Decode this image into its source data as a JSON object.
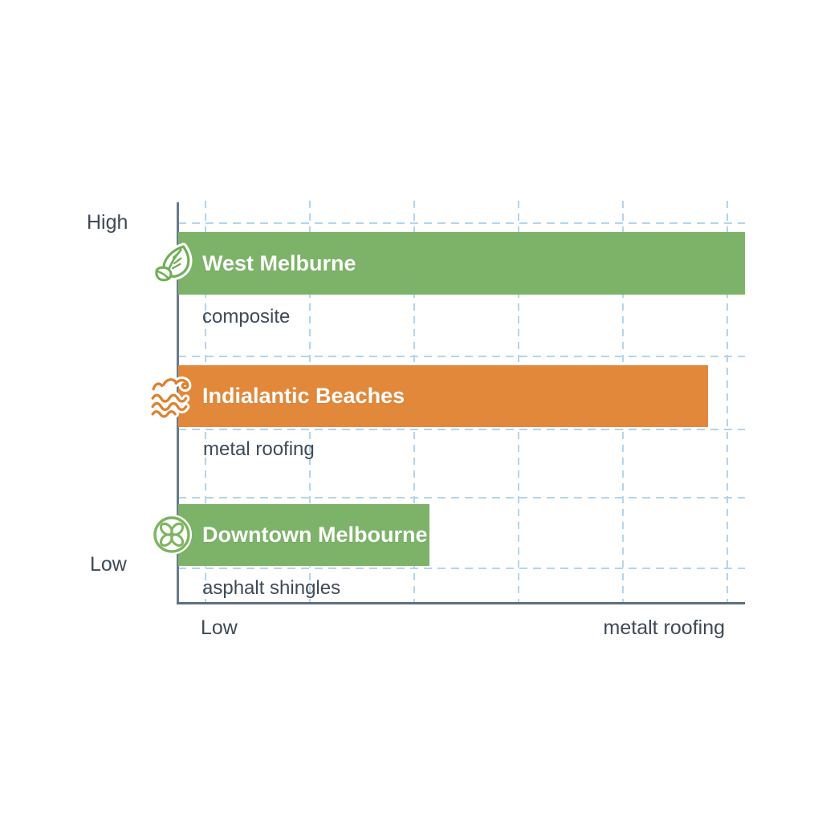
{
  "chart_data": {
    "type": "bar",
    "orientation": "horizontal",
    "title": "",
    "grid": true,
    "grid_style": "dashed light-blue",
    "value_scale": [
      "Low",
      "High"
    ],
    "axis": {
      "y_top_label": "High",
      "y_bottom_label": "Low",
      "x_left_label": "Low",
      "x_right_label": "metalt roofing"
    },
    "bars": [
      {
        "label": "West Melburne",
        "sublabel": "composite",
        "icon": "leaf-icon",
        "color": "#7CB368",
        "value": 1.0
      },
      {
        "label": "Indialantic Beaches",
        "sublabel": "metal roofing",
        "icon": "waves-icon",
        "color": "#E2883B",
        "value": 0.935
      },
      {
        "label": "Downtown Melbourne",
        "sublabel": "asphalt shingles",
        "icon": "flower-icon",
        "color": "#7CB368",
        "value": 0.443
      }
    ],
    "colors": {
      "grid": "#B3D5EC",
      "axis_line": "#6B7B8D",
      "label_text": "#3E4A57",
      "bar_label_text": "#FFFFFF",
      "green": "#7CB368",
      "orange": "#E2883B"
    },
    "legend": "none"
  }
}
